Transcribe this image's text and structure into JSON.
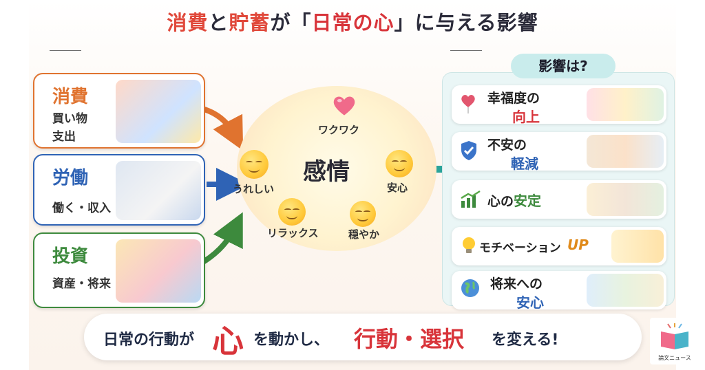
{
  "title": {
    "part1": "消費",
    "part2": "と",
    "part3": "貯蓄",
    "part4": "が「",
    "part5": "日常の心",
    "part6": "」に与える影響"
  },
  "left_cards": [
    {
      "heading": "消費",
      "sub1": "買い物",
      "sub2": "支出",
      "color": "#e0732f"
    },
    {
      "heading": "労働",
      "sub1": "働く・収入",
      "sub2": "",
      "color": "#2f63b5"
    },
    {
      "heading": "投資",
      "sub1": "資産・将来",
      "sub2": "",
      "color": "#3d8a3d"
    }
  ],
  "center": {
    "label": "感情",
    "emotions": [
      "ワクワク",
      "うれしい",
      "安心",
      "リラックス",
      "穏やか"
    ]
  },
  "right": {
    "header": "影響は?",
    "items": [
      {
        "line1": "幸福度の",
        "line2": "向上",
        "icon": "heart-balloon-icon",
        "color": "#d8343a"
      },
      {
        "line1": "不安の",
        "line2": "軽減",
        "icon": "shield-check-icon",
        "color": "#2f63b5"
      },
      {
        "line1": "心の",
        "line2": "安定",
        "icon": "growth-chart-icon",
        "color": "#3d8a3d"
      },
      {
        "line1": "モチベーション",
        "line2": "UP",
        "icon": "lightbulb-icon",
        "color": "#e08a1a"
      },
      {
        "line1": "将来への",
        "line2": "安心",
        "icon": "globe-icon",
        "color": "#2f63b5"
      }
    ]
  },
  "bottom": {
    "p1": "日常の行動が",
    "p2": "心",
    "p3": "を動かし、",
    "p4": "行動・選択",
    "p5": "を変える!"
  },
  "logo": {
    "caption": "論文ニュース"
  },
  "colors": {
    "accent": "#e0483a",
    "teal": "#2aa39a",
    "orange": "#e0732f",
    "blue": "#2f63b5",
    "green": "#3d8a3d"
  }
}
